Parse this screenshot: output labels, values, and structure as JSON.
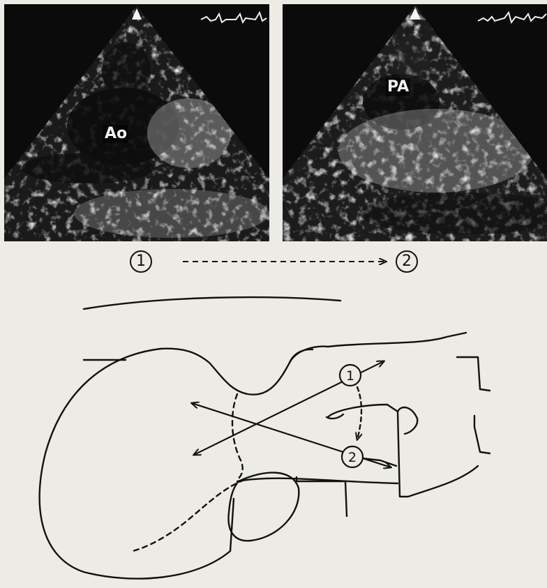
{
  "panels": [
    {
      "id": "view-1",
      "structure_label": "Ao"
    },
    {
      "id": "view-2",
      "structure_label": "PA"
    }
  ],
  "sequence": {
    "from_label": "1",
    "to_label": "2"
  },
  "diagram": {
    "plane_1_label": "1",
    "plane_2_label": "2"
  },
  "colors": {
    "background": "#ecebe6",
    "ink": "#111111",
    "echo_dark": "#0d0d0d"
  }
}
